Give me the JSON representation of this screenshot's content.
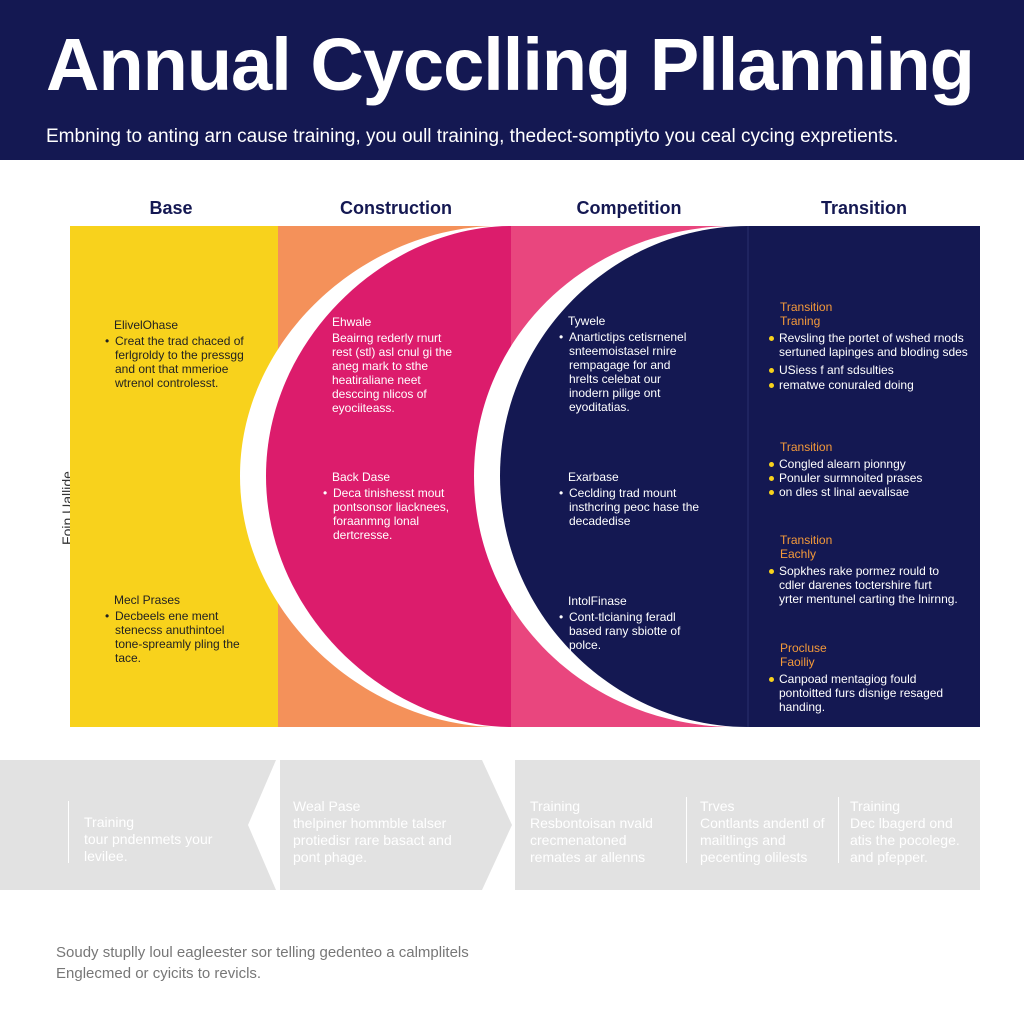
{
  "header": {
    "title": "Annual Cycclling Pllanning",
    "subtitle": "Embning to anting arn cause training, you oull training, thedect-somptiyto you ceal cycing expretients."
  },
  "phases": {
    "base": "Base",
    "construction": "Construction",
    "competition": "Competition",
    "transition": "Transition"
  },
  "colors": {
    "navy": "#141852",
    "yellow": "#f8d21c",
    "orange": "#f4915a",
    "magenta": "#dc1c6c",
    "pink": "#e9467e",
    "accent_orange": "#f49a3a",
    "gray_band": "#e2e2e2"
  },
  "side_label": "Foin Uallide",
  "base_column": {
    "block1": {
      "head": "ElivelOhase",
      "bullet": "Creat the trad chaced of ferlgroldy to the pressgg and ont that mmerioe wtrenol controlesst."
    },
    "block2": {
      "head": "Mecl Prases",
      "bullet": "Decbeels ene ment stenecss anuthintoel tone-spreamly pling the tace."
    }
  },
  "construction_column": {
    "block1": {
      "head": "Ehwale",
      "text": "Beairng rederly rnurt rest (stl) asl cnul gi the aneg mark to sthe heatiraliane neet desccing nlicos of eyociiteass."
    },
    "block2": {
      "head": "Back Dase",
      "bullet": "Deca tinishesst mout pontsonsor liacknees, foraanmng lonal dertcresse."
    }
  },
  "competition_column": {
    "block1": {
      "head": "Tywele",
      "bullet": "Anartictips cetisrnenel snteemoistasel rnire rempagage for and hrelts celebat our inodern pilige ont eyoditatias."
    },
    "block2": {
      "head": "Exarbase",
      "bullet": "Ceclding trad mount insthcring peoc hase the decadedise"
    },
    "block3": {
      "head": "IntolFinase",
      "bullet": "Cont-tlcianing feradl based rany sbiotte of polce."
    }
  },
  "transition_column": {
    "block1": {
      "head1": "Transition",
      "head2": "Traning",
      "bullets": [
        "Revsling the portet of wshed rnods sertuned lapinges and bloding sdes",
        "USiess f anf sdsulties",
        "rematwe conuraled doing"
      ]
    },
    "block2": {
      "head": "Transition",
      "bullets": [
        "Congled alearn pionngy",
        "Ponuler surmnoited prases",
        "on dles st linal aevalisae"
      ]
    },
    "block3": {
      "head1": "Transition",
      "head2": "Eachly",
      "bullet": "Sopkhes rake pormez rould to cdler darenes toctershire furt yrter mentunel carting the lnirnng."
    },
    "block4": {
      "head1": "Procluse",
      "head2": "Faoiliy",
      "bullet": "Canpoad mentagiog fould pontoitted furs disnige resaged handing."
    }
  },
  "bottom_band": {
    "block1": {
      "head": "Training",
      "text": "tour pndenmets your levilee."
    },
    "block2": {
      "head": "Weal Pase",
      "text": "thelpiner hommble talser protiedisr rare basact and pont phage."
    },
    "block3": {
      "head": "Training",
      "text": "Resbontoisan nvald crecmenatoned remates ar allenns"
    },
    "block4": {
      "head": "Trves",
      "text": "Contlants andentl of mailtlings and pecenting olilests"
    },
    "block5": {
      "head": "Training",
      "text": "Dec lbagerd ond atis the pocolege. and pfepper."
    }
  },
  "footer": {
    "line1": "Soudy stuplly loul eagleester sor telling gedenteo a calmplitels",
    "line2": "Englecmed or cyicits to revicls."
  }
}
